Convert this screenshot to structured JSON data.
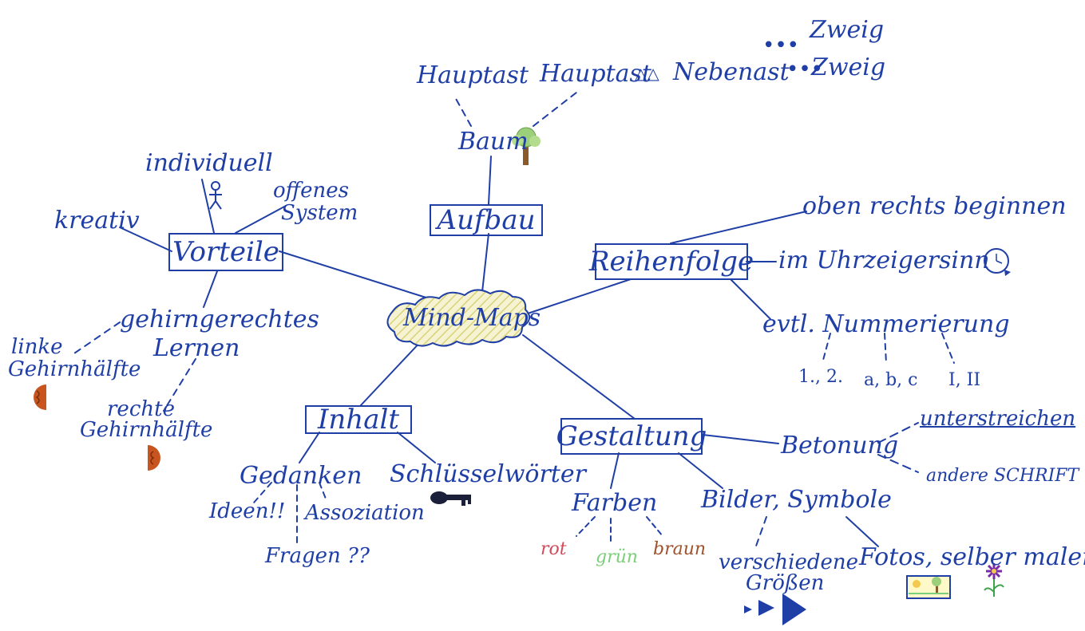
{
  "center": {
    "label": "Mind-Maps"
  },
  "aufbau": {
    "label": "Aufbau",
    "baum": "Baum",
    "hauptast_1": "Hauptast",
    "hauptast_2": "Hauptast",
    "nebenast": "Nebenast",
    "zweig_1": "Zweig",
    "zweig_2": "Zweig"
  },
  "vorteile": {
    "label": "Vorteile",
    "kreativ": "kreativ",
    "individuell": "individuell",
    "offenes_system_1": "offenes",
    "offenes_system_2": "System",
    "gehirngerecht_1": "gehirngerechtes",
    "gehirngerecht_2": "Lernen",
    "linke_1": "linke",
    "linke_2": "Gehirnhälfte",
    "rechte_1": "rechte",
    "rechte_2": "Gehirnhälfte"
  },
  "reihenfolge": {
    "label": "Reihenfolge",
    "oben": "oben rechts beginnen",
    "uhrzeiger": "im Uhrzeigersinn",
    "nummerierung": "evtl. Nummerierung",
    "n1": "1., 2.",
    "n2": "a, b, c",
    "n3": "I, II"
  },
  "inhalt": {
    "label": "Inhalt",
    "gedanken": "Gedanken",
    "schluessel": "Schlüsselwörter",
    "ideen": "Ideen!!",
    "assoziation": "Assoziation",
    "fragen": "Fragen ??"
  },
  "gestaltung": {
    "label": "Gestaltung",
    "betonung": "Betonung",
    "unterstreichen": "unterstreichen",
    "andere_schrift": "andere SCHRIFT",
    "farben": "Farben",
    "rot": "rot",
    "gruen": "grün",
    "braun": "braun",
    "bilder_symbole": "Bilder, Symbole",
    "verschiedene_1": "verschiedene",
    "verschiedene_2": "Größen",
    "fotos": "Fotos, selber malen"
  },
  "colors": {
    "ink": "#1f3fa6",
    "rot": "#d24a5a",
    "gruen": "#7ccf7a",
    "braun": "#a0522d",
    "cloud_fill": "#f3f0c8",
    "brain": "#c8551f"
  }
}
